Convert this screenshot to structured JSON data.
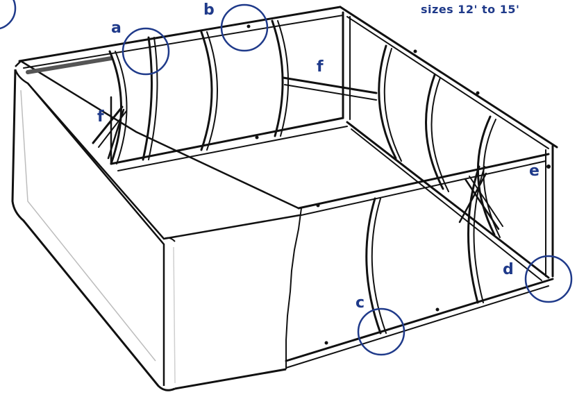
{
  "figure": {
    "caption": "sizes 12' to 15'",
    "accent_color": "#1f3a8a",
    "labels": {
      "a": "a",
      "b": "b",
      "c": "c",
      "d": "d",
      "e": "e",
      "f_left": "f",
      "f_back": "f"
    }
  }
}
